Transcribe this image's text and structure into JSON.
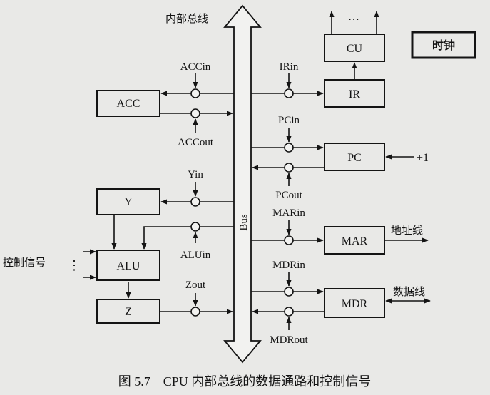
{
  "bus": {
    "title": "内部总线",
    "label": "Bus"
  },
  "registers": {
    "acc": "ACC",
    "y": "Y",
    "alu": "ALU",
    "z": "Z",
    "cu": "CU",
    "ir": "IR",
    "pc": "PC",
    "mar": "MAR",
    "mdr": "MDR",
    "clock": "时钟"
  },
  "signals": {
    "acc_in": "ACCin",
    "acc_out": "ACCout",
    "y_in": "Yin",
    "alu_in": "ALUin",
    "z_out": "Zout",
    "ir_in": "IRin",
    "pc_in": "PCin",
    "pc_out": "PCout",
    "mar_in": "MARin",
    "mdr_in": "MDRin",
    "mdr_out": "MDRout"
  },
  "external": {
    "pc_increment": "+1",
    "address_line": "地址线",
    "data_line": "数据线",
    "control_signals": "控制信号",
    "ellipsis_vertical": "⋮",
    "ellipsis_top": "…"
  },
  "caption": "图 5.7　CPU 内部总线的数据通路和控制信号"
}
